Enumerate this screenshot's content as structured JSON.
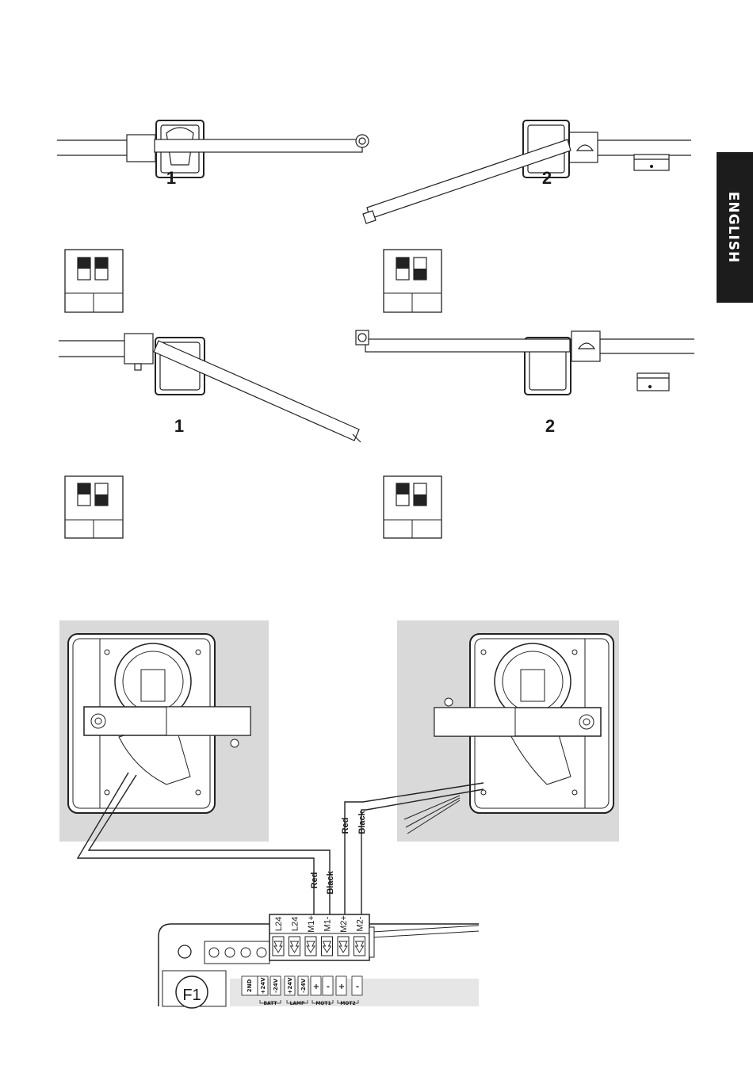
{
  "language_tab": "ENGLISH",
  "scenarios": [
    {
      "left_number": "1",
      "right_number": "2"
    },
    {
      "left_number": "1",
      "right_number": "2"
    }
  ],
  "dip_switches": [
    {
      "id": "top-left",
      "switch1": "up",
      "switch2": "up"
    },
    {
      "id": "top-right",
      "switch1": "up",
      "switch2": "down"
    },
    {
      "id": "bottom-left",
      "switch1": "up",
      "switch2": "down"
    },
    {
      "id": "bottom-right",
      "switch1": "up",
      "switch2": "down"
    }
  ],
  "wires": {
    "motor1": {
      "red": "Red",
      "black": "Black"
    },
    "motor2": {
      "red": "Red",
      "black": "Black"
    }
  },
  "terminals": [
    "L24",
    "L24",
    "M1+",
    "M1-",
    "M2+",
    "M2-"
  ],
  "board": {
    "fuse": "F1",
    "labels": [
      "2ND",
      "+24V",
      "-24V",
      "+24V",
      "-24V",
      "+",
      "-",
      "+",
      "-"
    ],
    "groups": [
      "BATT",
      "LAMP",
      "MOT1",
      "MOT2"
    ]
  }
}
